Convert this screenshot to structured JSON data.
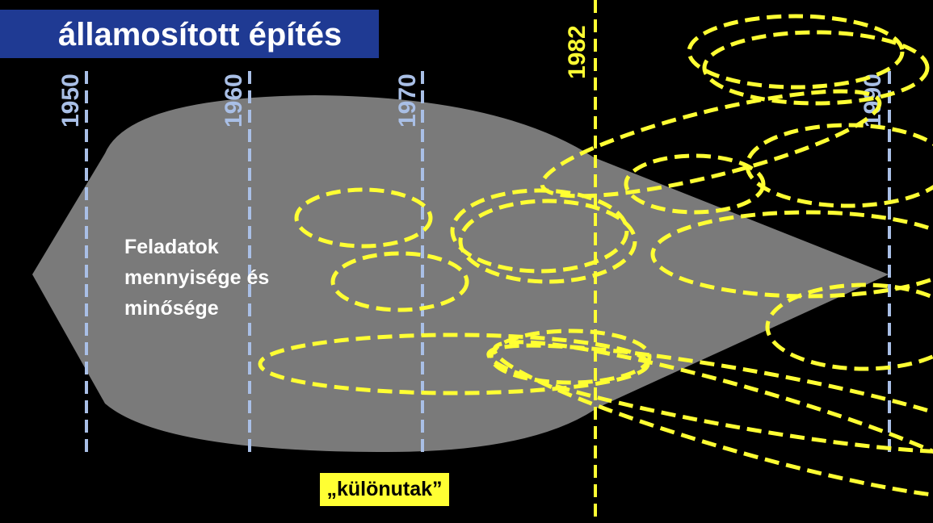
{
  "title": "államosított építés",
  "main_label": [
    "Feladatok",
    "mennyisége és",
    "minősége"
  ],
  "bottom_label": "„különutak”",
  "years": [
    {
      "label": "1950",
      "highlight": false
    },
    {
      "label": "1960",
      "highlight": false
    },
    {
      "label": "1970",
      "highlight": false
    },
    {
      "label": "1982",
      "highlight": true
    },
    {
      "label": "1990",
      "highlight": false
    }
  ],
  "colors": {
    "background": "#000000",
    "banner": "#1f3a93",
    "shape": "#7a7a7a",
    "timeline": "#a9bfe6",
    "accent": "#ffff33"
  }
}
